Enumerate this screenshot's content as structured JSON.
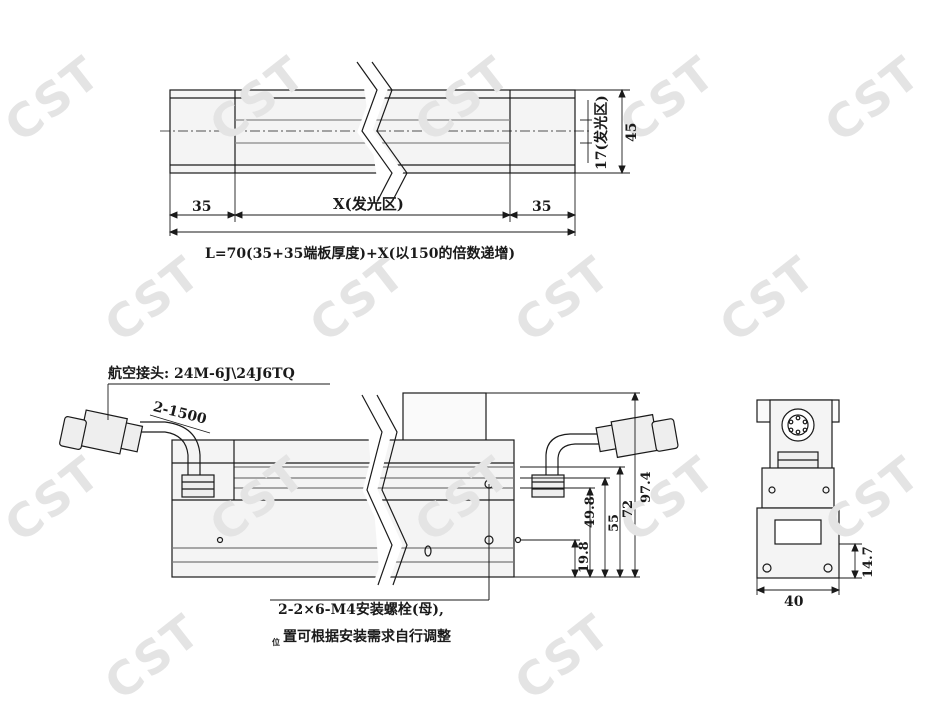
{
  "watermark": "CST",
  "colors": {
    "line": "#1a1a1a",
    "fill": "#f2f2f2",
    "accent": "#bfbfbf"
  },
  "top_view": {
    "dim_left": "35",
    "dim_center": "X(发光区)",
    "dim_right": "35",
    "dim_height": "45",
    "dim_emitting": "17(发光区)",
    "formula": "L=70(35+35端板厚度)+X(以150的倍数递增)"
  },
  "front_view": {
    "connector_label": "航空接头: 24M-6J\\24J6TQ",
    "cable_label": "2-1500",
    "dims": [
      "19.8",
      "49.8",
      "55",
      "72",
      "97.4"
    ],
    "screw_note": "2-2×6-M4安装螺栓(母),",
    "position_note_small": "位",
    "position_note": "置可根据安装需求自行调整"
  },
  "side_view": {
    "dim_width": "40",
    "dim_height": "14.7"
  }
}
